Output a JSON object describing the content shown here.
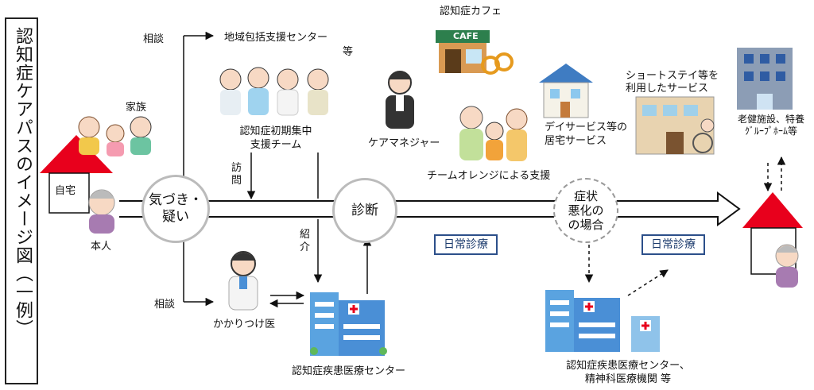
{
  "title": "認知症ケアパスのイメージ図（一例）",
  "labels": {
    "consult_top": "相談",
    "consult_bottom": "相談",
    "regional_center": "地域包括支援センター",
    "regional_center_etc": "等",
    "dementia_cafe": "認知症カフェ",
    "cafe_sign": "CAFE",
    "family": "家族",
    "home": "自宅",
    "person": "本人",
    "early_team": "認知症初期集中\n支援チーム",
    "visit": "訪問",
    "care_manager": "ケアマネジャー",
    "team_orange": "チームオレンジによる支援",
    "day_service": "デイサービス等の\n居宅サービス",
    "short_stay": "ショートステイ等を\n利用したサービス",
    "facility": "老健施設、特養\nｸﾞﾙｰﾌﾟﾎｰﾑ等",
    "referral": "紹介",
    "family_doctor": "かかりつけ医",
    "dementia_center": "認知症疾患医療センター",
    "dementia_center_2": "認知症疾患医療センター、\n精神科医療機関 等",
    "daily_care_1": "日常診療",
    "daily_care_2": "日常診療"
  },
  "nodes": {
    "notice": "気づき・\n疑い",
    "diagnosis": "診断",
    "worsening": "症状\n悪化の\nの場合"
  },
  "colors": {
    "roof": "#e8001c",
    "arrow_line": "#111111",
    "box_border": "#2c4f8a",
    "hospital": "#4a8fd6"
  },
  "icons": {
    "people": "group-of-people-icon",
    "hospital": "hospital-building-icon",
    "house": "house-roof-icon",
    "cafe": "cafe-storefront-icon"
  }
}
